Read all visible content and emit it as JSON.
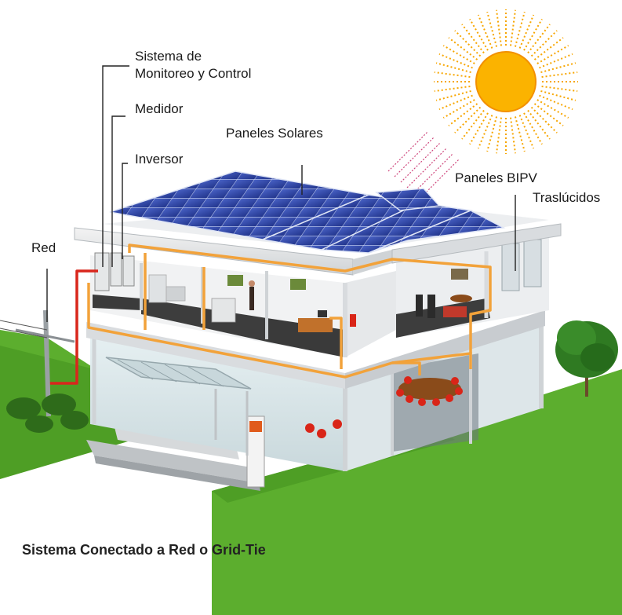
{
  "labels": {
    "monitoring_line1": "Sistema de",
    "monitoring_line2": "Monitoreo y Control",
    "meter": "Medidor",
    "inverter": "Inversor",
    "solar_panels": "Paneles Solares",
    "bipv_line1": "Paneles BIPV",
    "bipv_line2": "Traslúcidos",
    "grid": "Red"
  },
  "caption": "Sistema Conectado a Red o Grid-Tie",
  "colors": {
    "sun": "#f7a600",
    "sun_core": "#fbb800",
    "grass": "#5cae2e",
    "panel": "#2f47a8",
    "wiring_orange": "#f2a23a",
    "wiring_red": "#d9261c",
    "wall": "#e9ecef",
    "floor_dark": "#3b3b3b"
  }
}
